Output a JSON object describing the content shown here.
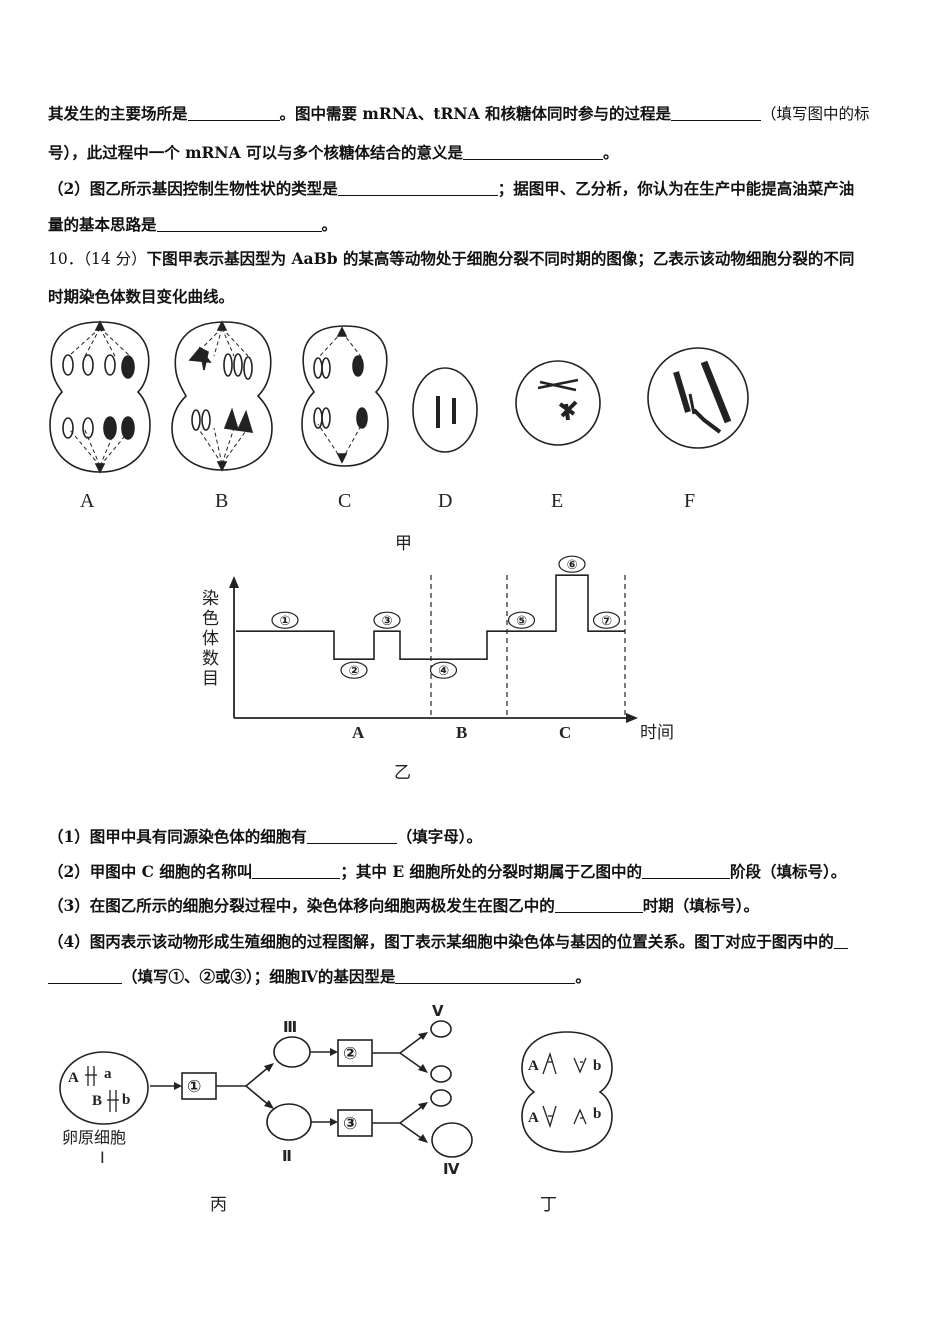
{
  "text": {
    "l1a": "其发生的主要场所是",
    "l1b": "。图中需要 mRNA、tRNA 和核糖体同时参与的过程是",
    "l1c": "（填写图中的标",
    "l2a": "号），此过程中一个 mRNA 可以与多个核糖体结合的意义是",
    "l2b": "。",
    "l3a": "（2）图乙所示基因控制生物性状的类型是",
    "l3b": "；据图甲、乙分析，你认为在生产中能提高油菜产油",
    "l4a": "量的基本思路是",
    "l4b": "。",
    "l5a": "10．（14 分）",
    "l5b": "下图甲表示基因型为 AaBb 的某高等动物处于细胞分裂不同时期的图像；乙表示该动物细胞分裂的不同",
    "l6": "时期染色体数目变化曲线。",
    "q1a": "（1）图甲中具有同源染色体的细胞有",
    "q1b": "（填字母）。",
    "q2a": "（2）甲图中 C 细胞的名称叫",
    "q2b": "；其中 E 细胞所处的分裂时期属于乙图中的",
    "q2c": "阶段（填标号）。",
    "q3a": "（3）在图乙所示的细胞分裂过程中，染色体移向细胞两极发生在图乙中的",
    "q3b": "时期（填标号）。",
    "q4a": "（4）图丙表示该动物形成生殖细胞的过程图解，图丁表示某细胞中染色体与基因的位置关系。图丁对应于图丙中的",
    "q4b": "（填写①、②或③）；细胞Ⅳ的基因型是",
    "q4c": "。"
  },
  "fig_jia": {
    "cells": [
      "A",
      "B",
      "C",
      "D",
      "E",
      "F"
    ],
    "caption": "甲"
  },
  "fig_yi": {
    "ylabel": [
      "染",
      "色",
      "体",
      "数",
      "目"
    ],
    "xlabel": "时间",
    "stages": [
      "A",
      "B",
      "C"
    ],
    "markers": [
      "①",
      "②",
      "③",
      "④",
      "⑤",
      "⑥",
      "⑦"
    ],
    "caption": "乙"
  },
  "chart_data": {
    "type": "line",
    "xlabel": "时间",
    "ylabel": "染色体数目",
    "categories": [
      "①",
      "②",
      "③",
      "④",
      "⑤",
      "⑥",
      "⑦"
    ],
    "phases": [
      "A",
      "A",
      "A",
      "B",
      "C",
      "C",
      "C"
    ],
    "values": [
      2,
      1,
      2,
      1,
      2,
      4,
      2
    ],
    "grid": false
  },
  "fig_bing": {
    "start_label": "卵原细胞",
    "start_roman": "Ⅰ",
    "genes": [
      "A",
      "a",
      "B",
      "b"
    ],
    "steps": [
      "①",
      "②",
      "③"
    ],
    "cells": [
      "Ⅱ",
      "Ⅲ",
      "Ⅳ",
      "Ⅴ"
    ],
    "caption": "丙"
  },
  "fig_ding": {
    "genes": [
      "A",
      "b",
      "A",
      "b"
    ],
    "caption": "丁"
  }
}
